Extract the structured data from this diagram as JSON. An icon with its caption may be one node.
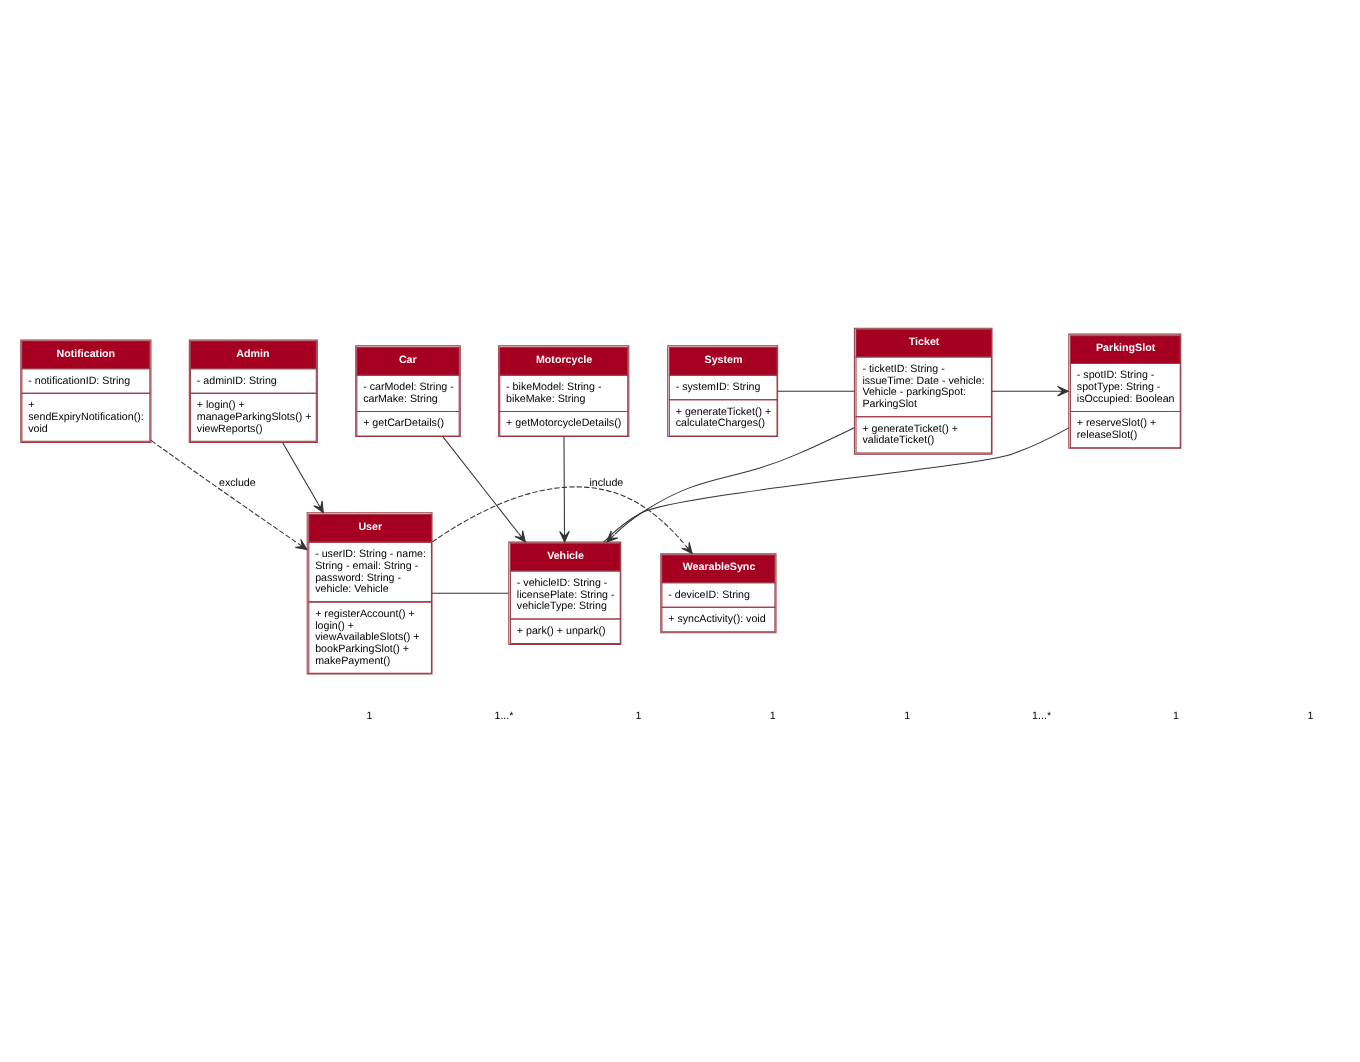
{
  "diagram": {
    "nodes": [
      {
        "text": [
          "System",
          "- systemID: String",
          "+ generateTicket() + calculateCharges()"
        ]
      },
      {
        "text": [
          "Ticket",
          "- ticketID: String - issueTime: Date - vehicle: Vehicle - parkingSpot: ParkingSlot",
          "+ generateTicket() + validateTicket()"
        ]
      },
      {
        "text": [
          "ParkingSlot",
          "- spotID: String - spotType: String - isOccupied: Boolean",
          "+ reserveSlot() + releaseSlot()"
        ]
      },
      {
        "text": [
          "WearableSync",
          "- deviceID: String",
          "+ syncActivity(): void"
        ]
      },
      {
        "text": [
          "User",
          "- userID: String - name: String - email: String - password: String - vehicle: Vehicle",
          "+ registerAccount() + login() + viewAvailableSlots() + bookParkingSlot() + makePayment()"
        ]
      },
      {
        "text": [
          "Vehicle",
          "- vehicleID: String - licensePlate: String - vehicleType: String",
          "+ park() + unpark()"
        ]
      },
      {
        "text": [
          "Notification",
          "- notificationID: String",
          "+ sendExpiryNotification(): void"
        ]
      },
      {
        "text": [
          "Admin",
          "- adminID: String",
          "+ login() + manageParkingSlots() + viewReports()"
        ]
      },
      {
        "text": [
          "Car",
          "- carModel: String - carMake: String",
          "+ getCarDetails()"
        ]
      },
      {
        "text": [
          "Motorcycle",
          "- bikeModel: String - bikeMake: String",
          "+ getMotorcycleDetails()"
        ]
      }
    ],
    "edges": [
      {
        "from": 0,
        "to": 1,
        "arrow": "none"
      },
      {
        "from": 1,
        "to": 2,
        "arrow": "to"
      },
      {
        "from": 1,
        "to": 5,
        "arrow": "to"
      },
      {
        "from": 2,
        "to": 5,
        "arrow": "none"
      },
      {
        "from": 4,
        "to": 5,
        "arrow": "none"
      },
      {
        "from": 4,
        "to": 3,
        "arrow": "to",
        "style": "dashed",
        "label": "include"
      },
      {
        "from": 6,
        "to": 4,
        "arrow": "to",
        "style": "dashed",
        "label": "exclude"
      },
      {
        "from": 7,
        "to": 4,
        "arrow": "to"
      },
      {
        "from": 8,
        "to": 5,
        "arrow": "to"
      },
      {
        "from": 9,
        "to": 5,
        "arrow": "to"
      }
    ],
    "labels": [
      "1",
      "1...*",
      "1",
      "1",
      "1",
      "1...*",
      "1",
      "1"
    ]
  }
}
